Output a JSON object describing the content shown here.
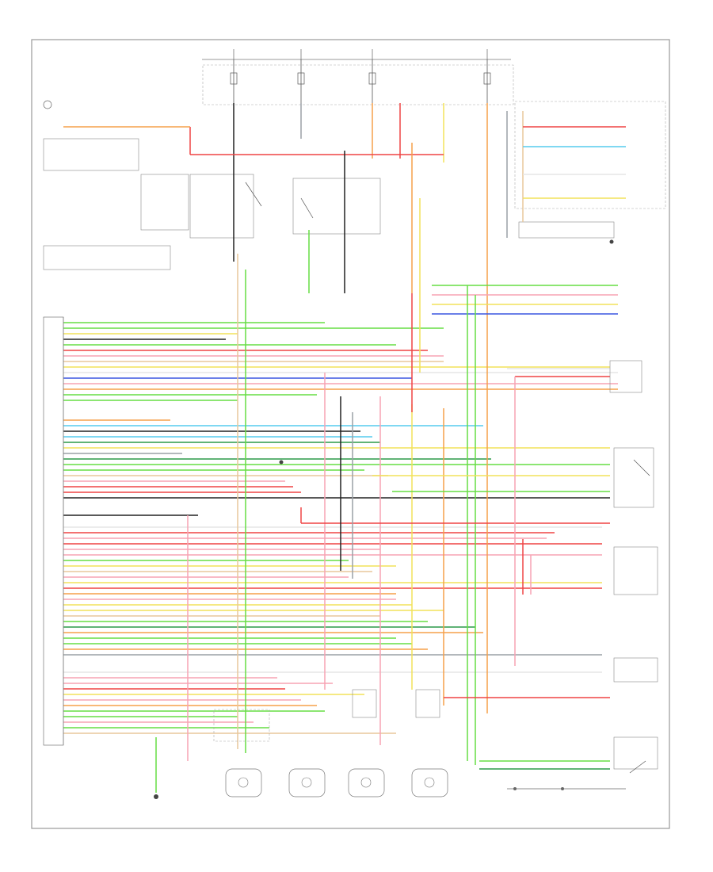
{
  "page_footer": "",
  "colors": {
    "frame": "#9a9a9a",
    "label_text": "#333333",
    "wire_palette": {
      "lt_green": "#66dd44",
      "yellow": "#f2e25a",
      "red": "#ef4444",
      "pink": "#f7a3b4",
      "orange": "#f5a04a",
      "tan": "#e8c79b",
      "gray": "#9aa0a6",
      "black": "#222222",
      "white": "#e6e6e6",
      "blue": "#3a55e0",
      "lt_blue": "#55ccee",
      "dk_green": "#2c9a48",
      "violet": "#a060d0",
      "brown": "#b07a3c"
    }
  },
  "components": {
    "fuses": [
      {
        "id": "fuse-1"
      },
      {
        "id": "fuse-2"
      },
      {
        "id": "fuse-3"
      },
      {
        "id": "fuse-4"
      }
    ],
    "left_connectors": [
      {
        "id": "left-connector-1"
      },
      {
        "id": "left-connector-2"
      },
      {
        "id": "left-connector-3"
      },
      {
        "id": "left-connector-4"
      },
      {
        "id": "left-connector-5"
      },
      {
        "id": "left-connector-6"
      },
      {
        "id": "left-connector-7"
      },
      {
        "id": "left-connector-8"
      },
      {
        "id": "left-connector-9"
      },
      {
        "id": "left-connector-10"
      },
      {
        "id": "left-connector-11"
      }
    ],
    "right_devices": [
      {
        "id": "right-device-switch-1"
      },
      {
        "id": "right-device-switch-2"
      },
      {
        "id": "right-device-switch-3"
      },
      {
        "id": "right-device-sensor-1"
      },
      {
        "id": "right-device-sensor-2"
      },
      {
        "id": "right-device-sensor-3"
      },
      {
        "id": "right-device-ground"
      }
    ],
    "bottom_sensors": [
      {
        "id": "wheel-sensor-1"
      },
      {
        "id": "wheel-sensor-2"
      },
      {
        "id": "wheel-sensor-3"
      },
      {
        "id": "wheel-sensor-4"
      }
    ]
  }
}
